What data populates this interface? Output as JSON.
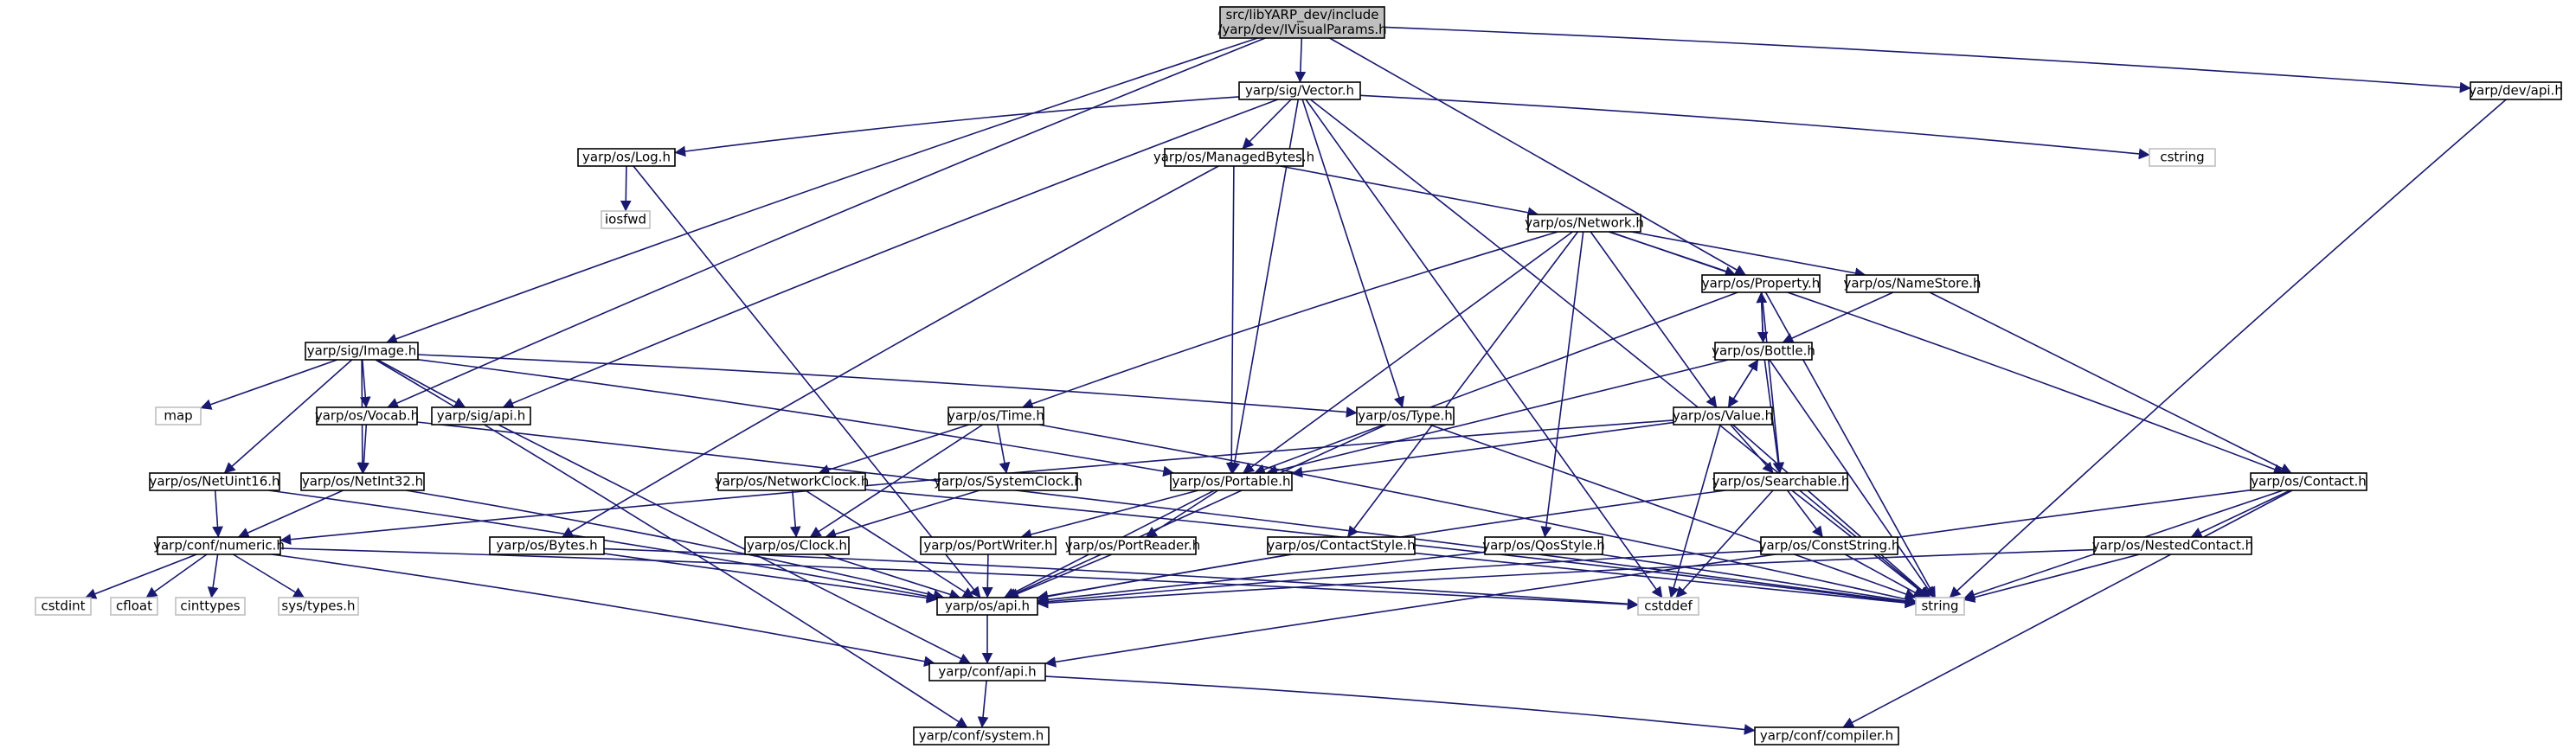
{
  "diagram": {
    "nodes": [
      {
        "id": "root",
        "lines": [
          "src/libYARP_dev/include",
          "/yarp/dev/IVisualParams.h"
        ],
        "kind": "root"
      },
      {
        "id": "vector",
        "lines": [
          "yarp/sig/Vector.h"
        ],
        "kind": "file"
      },
      {
        "id": "devapi",
        "lines": [
          "yarp/dev/api.h"
        ],
        "kind": "file"
      },
      {
        "id": "log",
        "lines": [
          "yarp/os/Log.h"
        ],
        "kind": "file"
      },
      {
        "id": "managed",
        "lines": [
          "yarp/os/ManagedBytes.h"
        ],
        "kind": "file"
      },
      {
        "id": "cstring",
        "lines": [
          "cstring"
        ],
        "kind": "ext"
      },
      {
        "id": "iosfwd",
        "lines": [
          "iosfwd"
        ],
        "kind": "ext"
      },
      {
        "id": "network",
        "lines": [
          "yarp/os/Network.h"
        ],
        "kind": "file"
      },
      {
        "id": "property",
        "lines": [
          "yarp/os/Property.h"
        ],
        "kind": "file"
      },
      {
        "id": "namestore",
        "lines": [
          "yarp/os/NameStore.h"
        ],
        "kind": "file"
      },
      {
        "id": "image",
        "lines": [
          "yarp/sig/Image.h"
        ],
        "kind": "file"
      },
      {
        "id": "bottle",
        "lines": [
          "yarp/os/Bottle.h"
        ],
        "kind": "file"
      },
      {
        "id": "map",
        "lines": [
          "map"
        ],
        "kind": "ext"
      },
      {
        "id": "vocab",
        "lines": [
          "yarp/os/Vocab.h"
        ],
        "kind": "file"
      },
      {
        "id": "sigapi",
        "lines": [
          "yarp/sig/api.h"
        ],
        "kind": "file"
      },
      {
        "id": "time",
        "lines": [
          "yarp/os/Time.h"
        ],
        "kind": "file"
      },
      {
        "id": "type",
        "lines": [
          "yarp/os/Type.h"
        ],
        "kind": "file"
      },
      {
        "id": "value",
        "lines": [
          "yarp/os/Value.h"
        ],
        "kind": "file"
      },
      {
        "id": "netuint16",
        "lines": [
          "yarp/os/NetUint16.h"
        ],
        "kind": "file"
      },
      {
        "id": "netint32",
        "lines": [
          "yarp/os/NetInt32.h"
        ],
        "kind": "file"
      },
      {
        "id": "netclock",
        "lines": [
          "yarp/os/NetworkClock.h"
        ],
        "kind": "file"
      },
      {
        "id": "sysclock",
        "lines": [
          "yarp/os/SystemClock.h"
        ],
        "kind": "file"
      },
      {
        "id": "portable",
        "lines": [
          "yarp/os/Portable.h"
        ],
        "kind": "file"
      },
      {
        "id": "searchable",
        "lines": [
          "yarp/os/Searchable.h"
        ],
        "kind": "file"
      },
      {
        "id": "contact",
        "lines": [
          "yarp/os/Contact.h"
        ],
        "kind": "file"
      },
      {
        "id": "numeric",
        "lines": [
          "yarp/conf/numeric.h"
        ],
        "kind": "file"
      },
      {
        "id": "bytes",
        "lines": [
          "yarp/os/Bytes.h"
        ],
        "kind": "file"
      },
      {
        "id": "clock",
        "lines": [
          "yarp/os/Clock.h"
        ],
        "kind": "file"
      },
      {
        "id": "portwriter",
        "lines": [
          "yarp/os/PortWriter.h"
        ],
        "kind": "file"
      },
      {
        "id": "portreader",
        "lines": [
          "yarp/os/PortReader.h"
        ],
        "kind": "file"
      },
      {
        "id": "contactstyle",
        "lines": [
          "yarp/os/ContactStyle.h"
        ],
        "kind": "file"
      },
      {
        "id": "qosstyle",
        "lines": [
          "yarp/os/QosStyle.h"
        ],
        "kind": "file"
      },
      {
        "id": "conststring",
        "lines": [
          "yarp/os/ConstString.h"
        ],
        "kind": "file"
      },
      {
        "id": "nestedcontact",
        "lines": [
          "yarp/os/NestedContact.h"
        ],
        "kind": "file"
      },
      {
        "id": "cstdint",
        "lines": [
          "cstdint"
        ],
        "kind": "ext"
      },
      {
        "id": "cfloat",
        "lines": [
          "cfloat"
        ],
        "kind": "ext"
      },
      {
        "id": "cinttypes",
        "lines": [
          "cinttypes"
        ],
        "kind": "ext"
      },
      {
        "id": "systypes",
        "lines": [
          "sys/types.h"
        ],
        "kind": "ext"
      },
      {
        "id": "osapi",
        "lines": [
          "yarp/os/api.h"
        ],
        "kind": "file"
      },
      {
        "id": "cstddef",
        "lines": [
          "cstddef"
        ],
        "kind": "ext"
      },
      {
        "id": "string",
        "lines": [
          "string"
        ],
        "kind": "ext"
      },
      {
        "id": "confapi",
        "lines": [
          "yarp/conf/api.h"
        ],
        "kind": "file"
      },
      {
        "id": "system",
        "lines": [
          "yarp/conf/system.h"
        ],
        "kind": "file"
      },
      {
        "id": "compiler",
        "lines": [
          "yarp/conf/compiler.h"
        ],
        "kind": "file"
      }
    ],
    "edges": [
      [
        "root",
        "vector"
      ],
      [
        "root",
        "devapi"
      ],
      [
        "root",
        "image"
      ],
      [
        "root",
        "vocab"
      ],
      [
        "root",
        "property"
      ],
      [
        "vector",
        "log"
      ],
      [
        "vector",
        "managed"
      ],
      [
        "vector",
        "cstring"
      ],
      [
        "vector",
        "sigapi"
      ],
      [
        "vector",
        "type"
      ],
      [
        "vector",
        "portable"
      ],
      [
        "vector",
        "cstddef"
      ],
      [
        "vector",
        "string"
      ],
      [
        "devapi",
        "string"
      ],
      [
        "log",
        "iosfwd"
      ],
      [
        "log",
        "osapi"
      ],
      [
        "managed",
        "network"
      ],
      [
        "managed",
        "bytes"
      ],
      [
        "managed",
        "portable"
      ],
      [
        "network",
        "property"
      ],
      [
        "network",
        "namestore"
      ],
      [
        "network",
        "value"
      ],
      [
        "network",
        "time"
      ],
      [
        "network",
        "contactstyle"
      ],
      [
        "network",
        "qosstyle"
      ],
      [
        "network",
        "portable"
      ],
      [
        "network",
        "contact"
      ],
      [
        "property",
        "bottle"
      ],
      [
        "property",
        "searchable"
      ],
      [
        "property",
        "portable"
      ],
      [
        "property",
        "string"
      ],
      [
        "namestore",
        "bottle"
      ],
      [
        "namestore",
        "contact"
      ],
      [
        "bottle",
        "value"
      ],
      [
        "bottle",
        "property"
      ],
      [
        "bottle",
        "searchable"
      ],
      [
        "bottle",
        "portable"
      ],
      [
        "bottle",
        "string"
      ],
      [
        "value",
        "bottle"
      ],
      [
        "value",
        "searchable"
      ],
      [
        "value",
        "portable"
      ],
      [
        "value",
        "numeric"
      ],
      [
        "value",
        "cstddef"
      ],
      [
        "value",
        "string"
      ],
      [
        "image",
        "vocab"
      ],
      [
        "image",
        "sigapi"
      ],
      [
        "image",
        "map"
      ],
      [
        "image",
        "netuint16"
      ],
      [
        "image",
        "netint32"
      ],
      [
        "image",
        "type"
      ],
      [
        "image",
        "portable"
      ],
      [
        "image",
        "system"
      ],
      [
        "vocab",
        "netint32"
      ],
      [
        "vocab",
        "string"
      ],
      [
        "sigapi",
        "confapi"
      ],
      [
        "time",
        "netclock"
      ],
      [
        "time",
        "sysclock"
      ],
      [
        "time",
        "clock"
      ],
      [
        "time",
        "string"
      ],
      [
        "type",
        "osapi"
      ],
      [
        "type",
        "string"
      ],
      [
        "netuint16",
        "numeric"
      ],
      [
        "netuint16",
        "osapi"
      ],
      [
        "netint32",
        "numeric"
      ],
      [
        "netint32",
        "osapi"
      ],
      [
        "netclock",
        "clock"
      ],
      [
        "netclock",
        "osapi"
      ],
      [
        "netclock",
        "string"
      ],
      [
        "sysclock",
        "clock"
      ],
      [
        "portable",
        "portwriter"
      ],
      [
        "portable",
        "portreader"
      ],
      [
        "portable",
        "osapi"
      ],
      [
        "searchable",
        "conststring"
      ],
      [
        "searchable",
        "osapi"
      ],
      [
        "searchable",
        "cstddef"
      ],
      [
        "searchable",
        "string"
      ],
      [
        "contact",
        "nestedcontact"
      ],
      [
        "contact",
        "string"
      ],
      [
        "contact",
        "confapi"
      ],
      [
        "contact",
        "compiler"
      ],
      [
        "numeric",
        "cstdint"
      ],
      [
        "numeric",
        "cfloat"
      ],
      [
        "numeric",
        "cinttypes"
      ],
      [
        "numeric",
        "systypes"
      ],
      [
        "numeric",
        "confapi"
      ],
      [
        "numeric",
        "cstddef"
      ],
      [
        "bytes",
        "osapi"
      ],
      [
        "bytes",
        "cstddef"
      ],
      [
        "clock",
        "osapi"
      ],
      [
        "portwriter",
        "osapi"
      ],
      [
        "portreader",
        "osapi"
      ],
      [
        "contactstyle",
        "osapi"
      ],
      [
        "contactstyle",
        "string"
      ],
      [
        "qosstyle",
        "osapi"
      ],
      [
        "qosstyle",
        "string"
      ],
      [
        "conststring",
        "osapi"
      ],
      [
        "conststring",
        "string"
      ],
      [
        "nestedcontact",
        "osapi"
      ],
      [
        "nestedcontact",
        "string"
      ],
      [
        "osapi",
        "confapi"
      ],
      [
        "confapi",
        "system"
      ],
      [
        "confapi",
        "compiler"
      ]
    ]
  }
}
